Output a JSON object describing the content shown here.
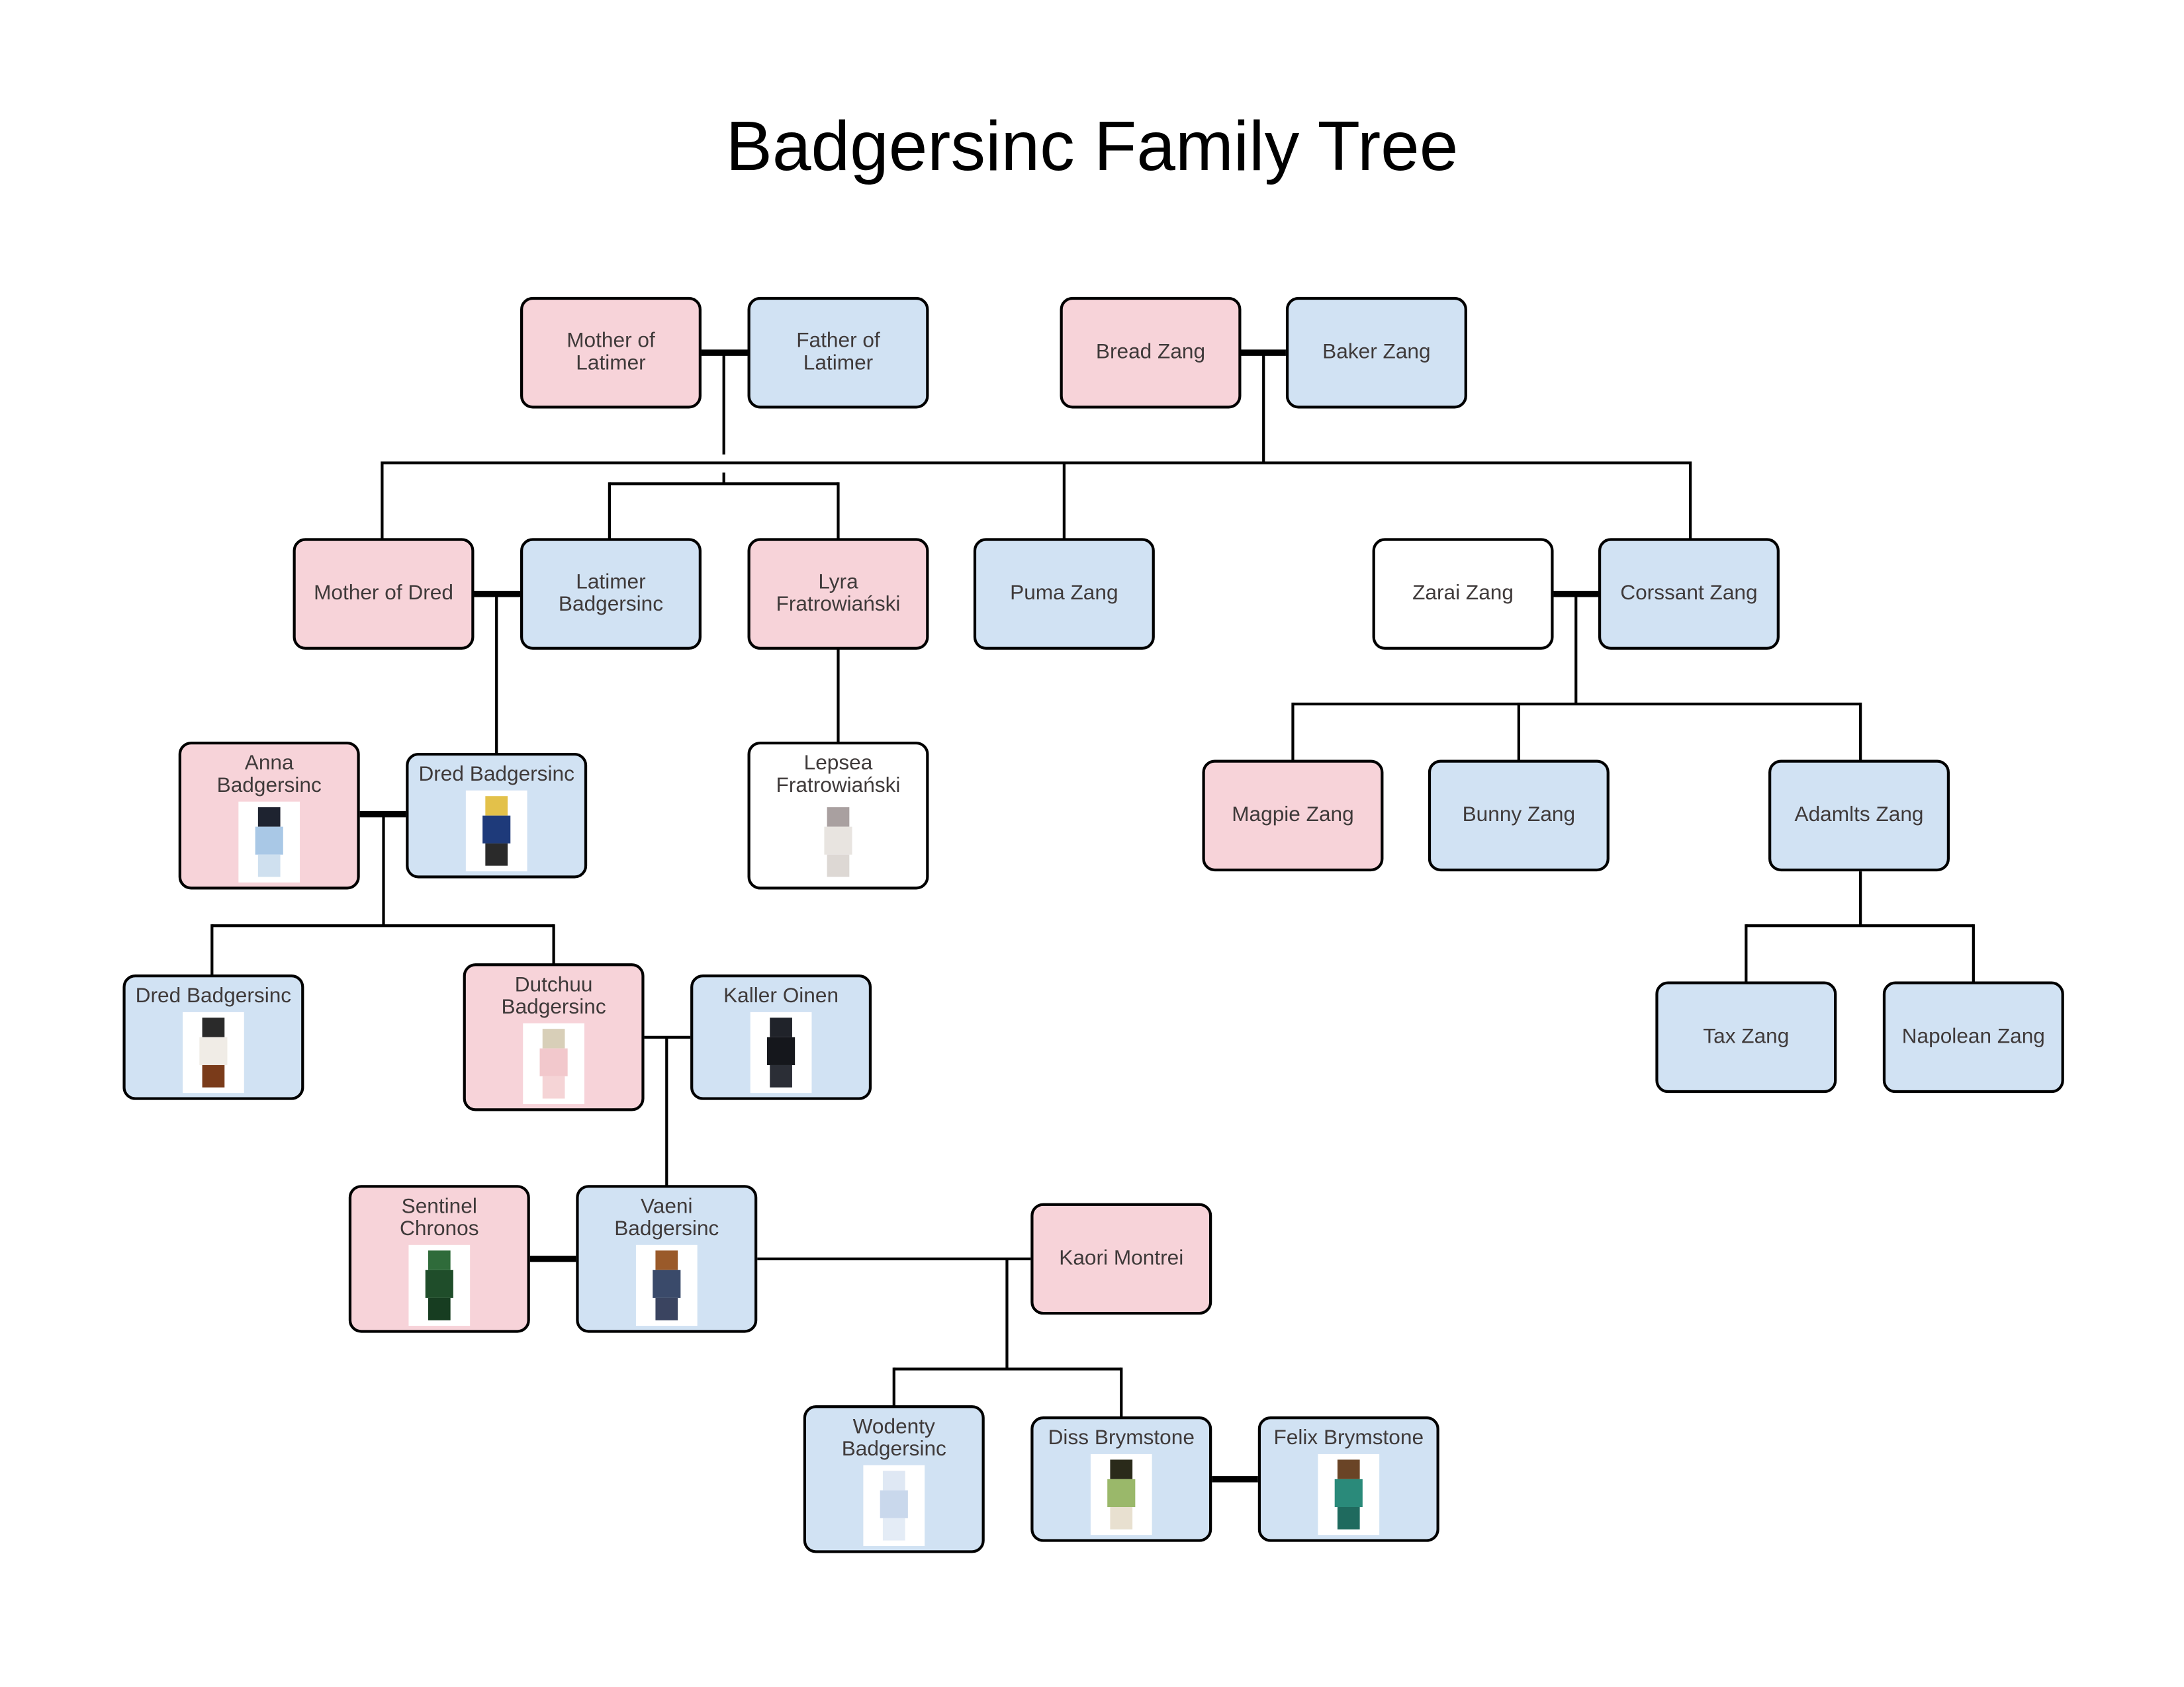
{
  "title": "Badgersinc Family Tree",
  "colors": {
    "female": "#f7d3d9",
    "male": "#d1e2f3",
    "unknown": "#ffffff",
    "line": "#000000"
  },
  "people": {
    "mother_of_latimer": "Mother of\nLatimer",
    "father_of_latimer": "Father of\nLatimer",
    "bread_zang": "Bread Zang",
    "baker_zang": "Baker Zang",
    "mother_of_dred": "Mother of Dred",
    "latimer_badgersinc": "Latimer\nBadgersinc",
    "lyra": "Lyra\nFratrowiański",
    "puma_zang": "Puma Zang",
    "zarai_zang": "Zarai Zang",
    "corssant_zang": "Corssant Zang",
    "anna_badgersinc": "Anna\nBadgersinc",
    "dred_badgersinc_1": "Dred Badgersinc",
    "lepsea": "Lepsea\nFratrowiański",
    "magpie_zang": "Magpie Zang",
    "bunny_zang": "Bunny Zang",
    "adamlts_zang": "Adamlts Zang",
    "dred_badgersinc_2": "Dred Badgersinc",
    "dutchuu_badgersinc": "Dutchuu\nBadgersinc",
    "kaller_oinen": "Kaller Oinen",
    "tax_zang": "Tax Zang",
    "napolean_zang": "Napolean Zang",
    "sentinel_chronos": "Sentinel\nChronos",
    "vaeni_badgersinc": "Vaeni\nBadgersinc",
    "kaori_montrei": "Kaori Montrei",
    "wodenty_badgersinc": "Wodenty\nBadgersinc",
    "diss_brymstone": "Diss Brymstone",
    "felix_brymstone": "Felix Brymstone"
  }
}
